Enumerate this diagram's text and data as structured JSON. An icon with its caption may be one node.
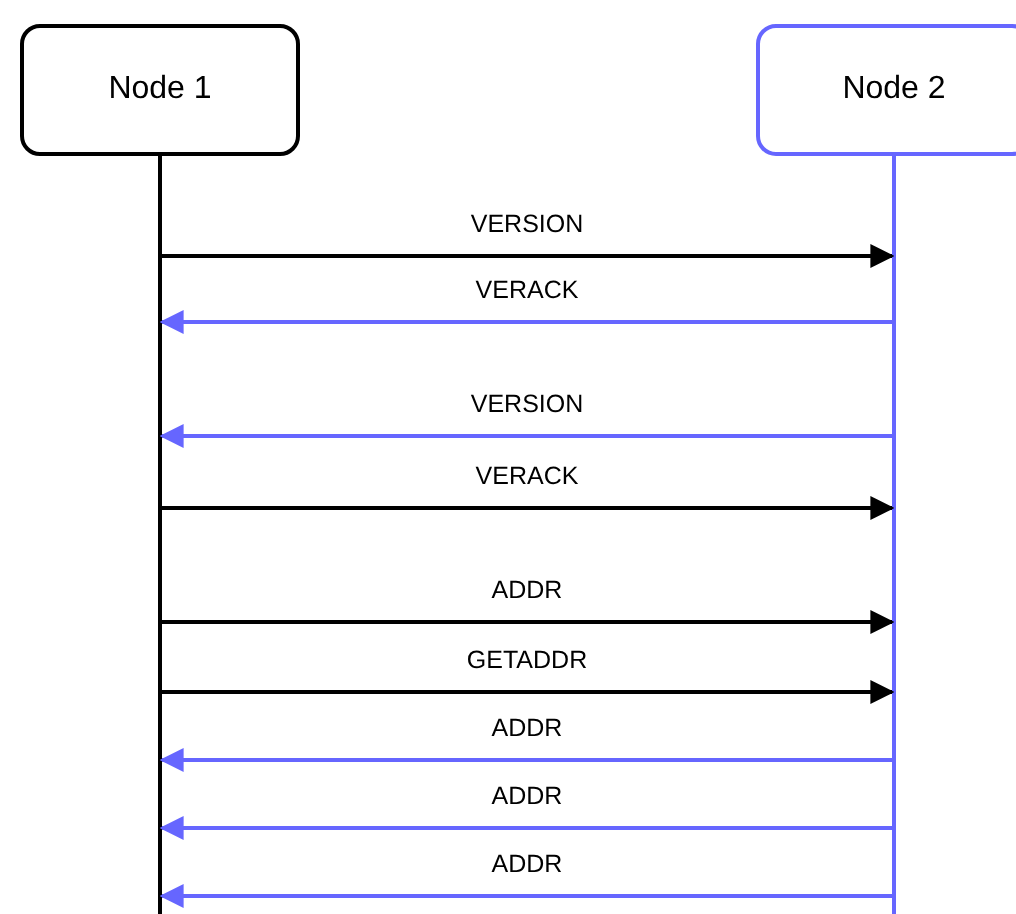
{
  "diagram": {
    "nodes": [
      {
        "text": [
          "Node 1"
        ]
      },
      {
        "text": [
          "Node 2"
        ]
      }
    ],
    "edges": [
      {
        "from": 0,
        "to": 1,
        "arrow": "to",
        "label": "VERSION",
        "color": "#000000"
      },
      {
        "from": 1,
        "to": 0,
        "arrow": "to",
        "label": "VERACK"
      },
      {
        "from": 1,
        "to": 0,
        "arrow": "to",
        "label": "VERSION"
      },
      {
        "from": 0,
        "to": 1,
        "arrow": "to",
        "label": "VERACK",
        "color": "#000000"
      },
      {
        "from": 0,
        "to": 1,
        "arrow": "to",
        "label": "ADDR",
        "color": "#000000"
      },
      {
        "from": 0,
        "to": 1,
        "arrow": "to",
        "label": "GETADDR",
        "color": "#000000"
      },
      {
        "from": 1,
        "to": 0,
        "arrow": "to",
        "label": "ADDR"
      },
      {
        "from": 1,
        "to": 0,
        "arrow": "to",
        "label": "ADDR"
      },
      {
        "from": 1,
        "to": 0,
        "arrow": "to",
        "label": "ADDR"
      }
    ]
  }
}
